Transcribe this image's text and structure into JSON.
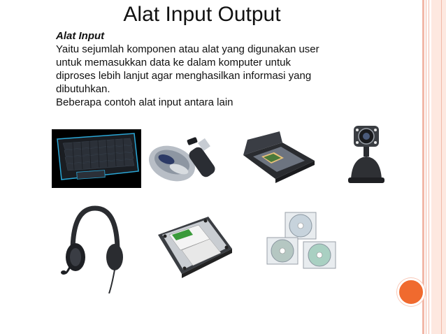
{
  "slide": {
    "title": "Alat Input Output",
    "heading": "Alat Input",
    "paragraph_lines": [
      "Yaitu sejumlah komponen atau alat yang digunakan user",
      "untuk memasukkan data ke dalam komputer untuk",
      "diproses lebih lanjut agar menghasilkan informasi yang",
      "dibutuhkan."
    ],
    "closing_line": "Beberapa contoh alat input antara lain"
  },
  "images": [
    {
      "icon": "keyboard-image"
    },
    {
      "icon": "mouse-and-flashdrive-image"
    },
    {
      "icon": "scanner-image"
    },
    {
      "icon": "webcam-image"
    },
    {
      "icon": "headset-image"
    },
    {
      "icon": "hard-drive-image"
    },
    {
      "icon": "cd-dvd-image"
    }
  ],
  "colors": {
    "accent": "#f06a2e",
    "stripe": "#f2b8a8",
    "stripe_fill": "#fde8e0"
  }
}
